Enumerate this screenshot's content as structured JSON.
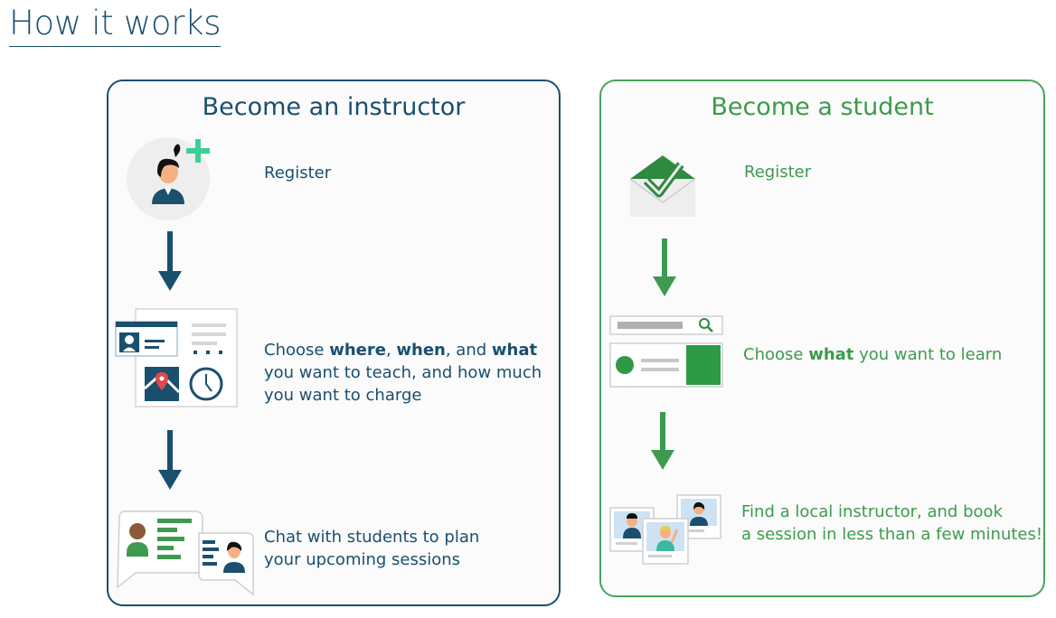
{
  "page": {
    "title": "How it works"
  },
  "instructor": {
    "title": "Become an instructor",
    "steps": [
      {
        "parts": [
          "Register"
        ]
      },
      {
        "parts": [
          "Choose ",
          "where",
          ", ",
          "when",
          ", and ",
          "what",
          "you want to teach, and how much",
          "you want to charge"
        ]
      },
      {
        "parts": [
          "Chat with students to plan",
          "your upcoming sessions"
        ]
      }
    ]
  },
  "student": {
    "title": "Become a student",
    "steps": [
      {
        "parts": [
          "Register"
        ]
      },
      {
        "parts": [
          "Choose ",
          "what",
          " you want to learn"
        ]
      },
      {
        "parts": [
          "Find a local instructor, and book",
          "a session in less than a few minutes!"
        ]
      }
    ]
  },
  "colors": {
    "instructor": "#1a4f6e",
    "student": "#3e9a4e",
    "accent_plus": "#3ccf9a",
    "skin": "#f5b183"
  },
  "icons": {
    "instructor": [
      "user-add-icon",
      "arrow-down-icon",
      "schedule-card-icon",
      "arrow-down-icon",
      "chat-bubbles-icon"
    ],
    "student": [
      "envelope-check-icon",
      "arrow-down-icon",
      "search-listing-icon",
      "arrow-down-icon",
      "profile-photos-icon"
    ]
  }
}
